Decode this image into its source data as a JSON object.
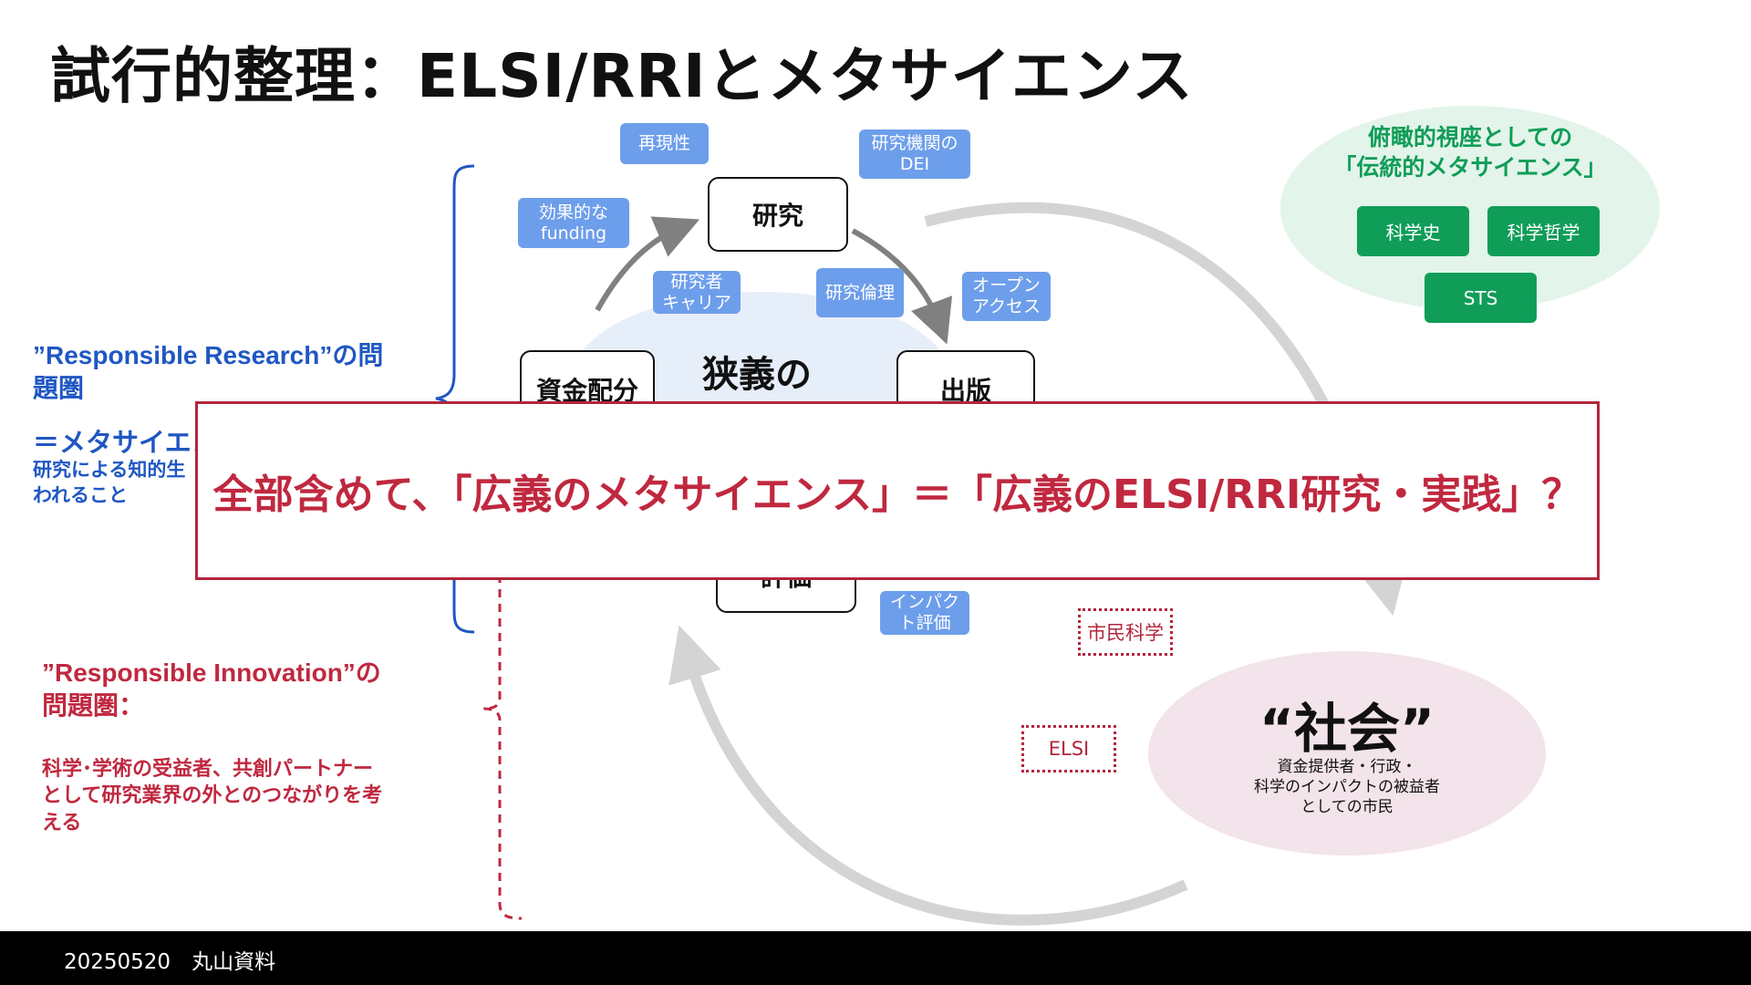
{
  "title": "試行的整理：ELSI/RRIとメタサイエンス",
  "cycle": {
    "center_label": "狭義の",
    "nodes": {
      "research": "研究",
      "funding": "資金配分",
      "publishing": "出版",
      "evaluation": "評価"
    },
    "tags": {
      "reproducibility": "再現性",
      "dei_line1": "研究機関の",
      "dei_line2": "DEI",
      "funding_line1": "効果的な",
      "funding_line2": "funding",
      "career_line1": "研究者",
      "career_line2": "キャリア",
      "ethics": "研究倫理",
      "oa_line1": "オープン",
      "oa_line2": "アクセス",
      "impact_line1": "インパク",
      "impact_line2": "ト評価"
    }
  },
  "traditional": {
    "heading_line1": "俯瞰的視座としての",
    "heading_line2": "「伝統的メタサイエンス」",
    "items": [
      "科学史",
      "科学哲学",
      "STS"
    ]
  },
  "responsible_research": {
    "heading_line1": "”Responsible Research”の問",
    "heading_line2": "題圏",
    "sub_heading": "＝メタサイエン",
    "desc_line1": "研究による知的生",
    "desc_line2": "われること"
  },
  "responsible_innovation": {
    "heading_line1": "”Responsible Innovation”の",
    "heading_line2": "問題圏：",
    "desc_line1": "科学･学術の受益者、共創パートナー",
    "desc_line2": "として研究業界の外とのつながりを考",
    "desc_line3": "える"
  },
  "society": {
    "title": "“社会”",
    "desc_line1": "資金提供者・行政・",
    "desc_line2": "科学のインパクトの被益者",
    "desc_line3": "としての市民"
  },
  "dotted_tags": {
    "citizen_science": "市民科学",
    "elsi": "ELSI"
  },
  "overlay_text": "全部含めて、「広義のメタサイエンス」＝「広義のELSI/RRI研究・実践」？",
  "footer_text": "20250520　丸山資料",
  "colors": {
    "blue_tag": "#6d9eeb",
    "green": "#0f9d58",
    "red": "#c0283f",
    "blue_text": "#1f57c3"
  }
}
